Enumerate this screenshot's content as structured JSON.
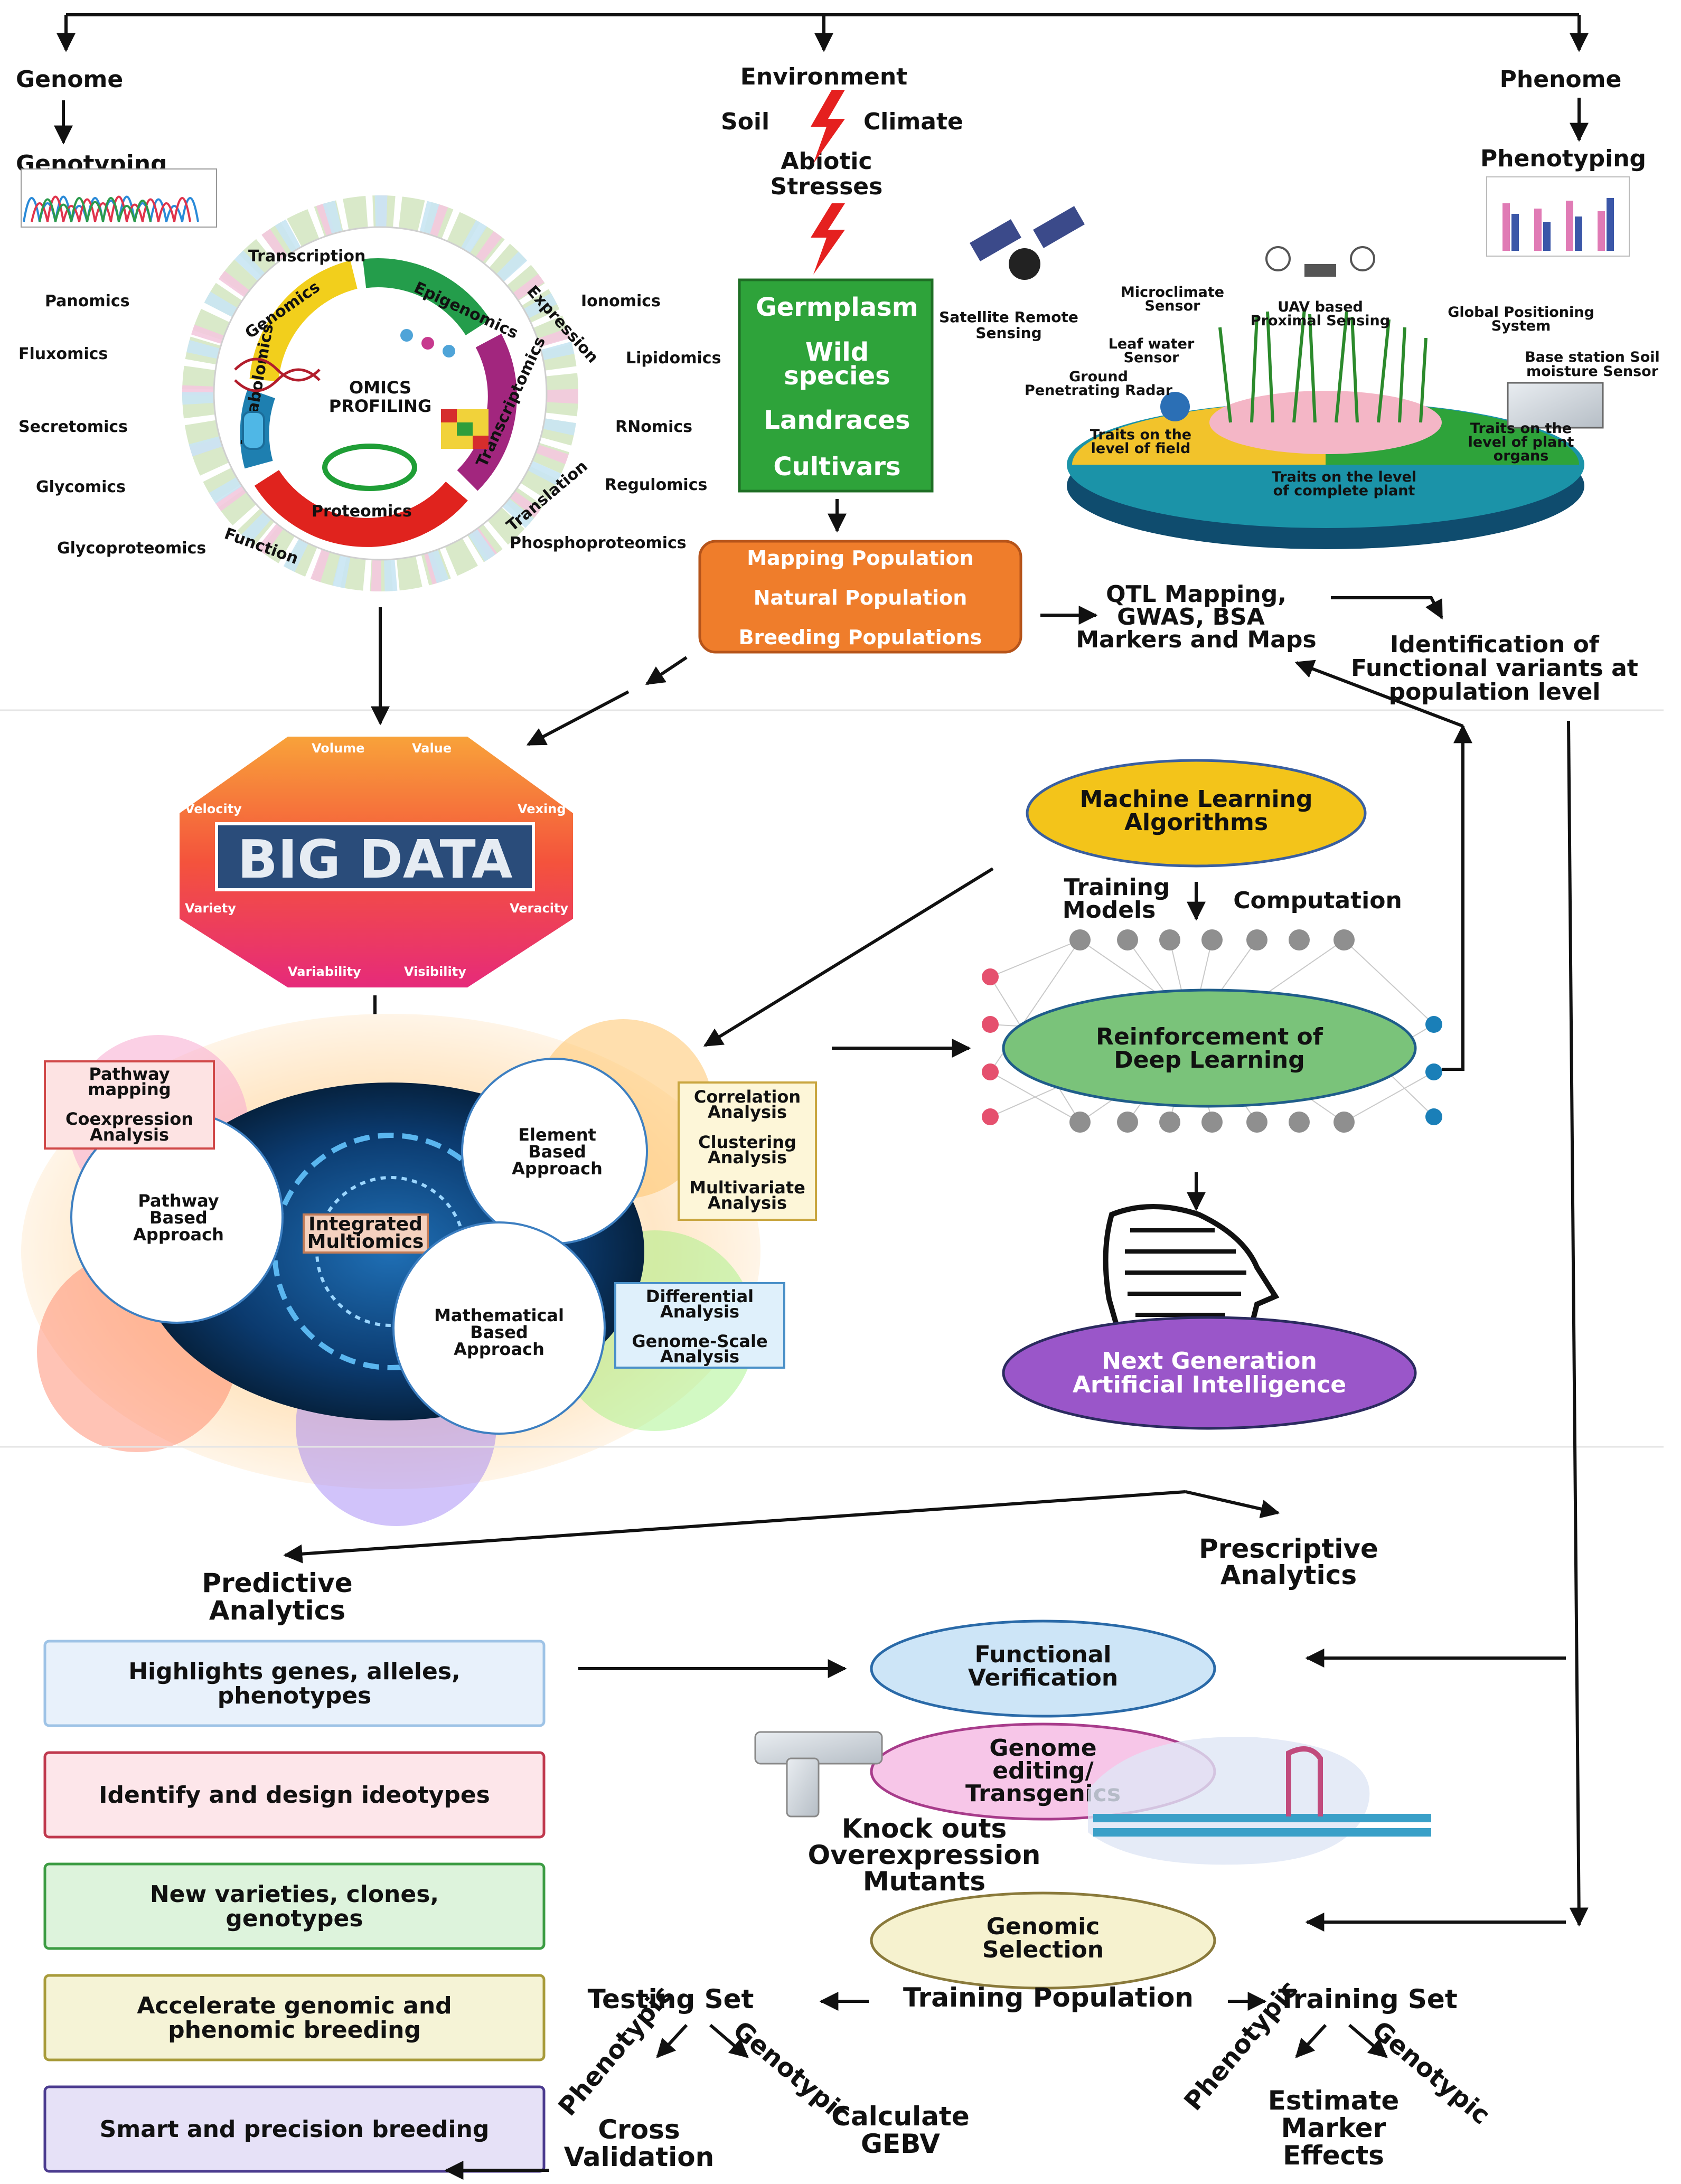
{
  "top": {
    "genome": "Genome",
    "genotyping": "Genotyping",
    "environment": "Environment",
    "soil": "Soil",
    "climate": "Climate",
    "abiotic_stresses": [
      "Abiotic",
      "Stresses"
    ],
    "phenome": "Phenome",
    "phenotyping": "Phenotyping"
  },
  "omics": {
    "center": [
      "OMICS",
      "PROFILING"
    ],
    "inner": [
      "Genomics",
      "Epigenomics",
      "Transcriptomics",
      "Proteomics",
      "Metabolomics"
    ],
    "process": [
      "Transcription",
      "Expression",
      "Translation",
      "Function"
    ],
    "outer_left": [
      "Panomics",
      "Fluxomics",
      "Secretomics",
      "Glycomics",
      "Glycoproteomics"
    ],
    "outer_right": [
      "Ionomics",
      "Lipidomics",
      "RNomics",
      "Regulomics",
      "Phosphoproteomics"
    ]
  },
  "germplasm": {
    "items": [
      "Germplasm",
      "Wild",
      "species",
      "Landraces",
      "Cultivars"
    ],
    "color": "#2ea33a"
  },
  "phenotyping_platform": {
    "satellite": [
      "Satellite Remote",
      "Sensing"
    ],
    "microclimate": [
      "Microclimate",
      "Sensor"
    ],
    "uav": [
      "UAV based",
      "Proximal Sensing"
    ],
    "gps": [
      "Global Positioning",
      "System"
    ],
    "leaf_water": [
      "Leaf water",
      "Sensor"
    ],
    "ground_radar": [
      "Ground",
      "Penetrating Radar"
    ],
    "soil_sensor": [
      "Base station Soil",
      "moisture Sensor"
    ],
    "field_traits": [
      "Traits on the",
      "level of field"
    ],
    "organ_traits": [
      "Traits on the",
      "level of plant",
      "organs"
    ],
    "plant_traits": [
      "Traits on the level",
      "of complete plant"
    ]
  },
  "population": {
    "items": [
      "Mapping Population",
      "Natural Population",
      "Breeding Populations"
    ],
    "color": "#ef7d2b"
  },
  "qtl": [
    "QTL Mapping,",
    "GWAS, BSA",
    "Markers and Maps"
  ],
  "identification": [
    "Identification of",
    "Functional variants at",
    "population level"
  ],
  "big_data": {
    "title": "BIG DATA",
    "vs": [
      "Volume",
      "Value",
      "Velocity",
      "Vexing",
      "Variety",
      "Veracity",
      "Variability",
      "Visibility"
    ]
  },
  "ml": {
    "title": [
      "Machine Learning",
      "Algorithms"
    ],
    "training": [
      "Training",
      "Models"
    ],
    "computation": "Computation",
    "reinforcement": [
      "Reinforcement of",
      "Deep Learning"
    ],
    "next_gen": [
      "Next Generation",
      "Artificial Intelligence"
    ]
  },
  "multiomics": {
    "center": [
      "Integrated",
      "Multiomics"
    ],
    "element": [
      "Element",
      "Based",
      "Approach"
    ],
    "pathway": [
      "Pathway",
      "Based",
      "Approach"
    ],
    "math": [
      "Mathematical",
      "Based",
      "Approach"
    ],
    "box_pathway": [
      "Pathway",
      "mapping",
      "Coexpression",
      "Analysis"
    ],
    "box_corr": [
      "Correlation",
      "Analysis",
      "Clustering",
      "Analysis",
      "Multivariate",
      "Analysis"
    ],
    "box_diff": [
      "Differential",
      "Analysis",
      "Genome-Scale",
      "Analysis"
    ]
  },
  "analytics": {
    "predictive": [
      "Predictive",
      "Analytics"
    ],
    "prescriptive": [
      "Prescriptive",
      "Analytics"
    ],
    "boxes": [
      {
        "lines": [
          "Highlights genes, alleles,",
          "phenotypes"
        ],
        "fill": "#e8f1fb",
        "stroke": "#9ec3e6"
      },
      {
        "lines": [
          "Identify and design ideotypes"
        ],
        "fill": "#fde6ea",
        "stroke": "#c0394e"
      },
      {
        "lines": [
          "New varieties, clones,",
          "genotypes"
        ],
        "fill": "#ddf3dc",
        "stroke": "#3c9c43"
      },
      {
        "lines": [
          "Accelerate genomic and",
          "phenomic breeding"
        ],
        "fill": "#f5f3d6",
        "stroke": "#a89b3a"
      },
      {
        "lines": [
          "Smart and precision breeding"
        ],
        "fill": "#e6e1f7",
        "stroke": "#4b3b8f"
      }
    ],
    "functional": [
      "Functional",
      "Verification"
    ],
    "genome_editing": [
      "Genome",
      "editing/",
      "Transgenics"
    ],
    "knock": [
      "Knock outs",
      "Overexpression",
      "Mutants"
    ],
    "genomic_selection": [
      "Genomic",
      "Selection"
    ],
    "testing_set": "Testing Set",
    "training_population": "Training Population",
    "training_set": "Training Set",
    "phenotypic": "Phenotypic",
    "genotypic": "Genotypic",
    "cross_validation": [
      "Cross",
      "Validation"
    ],
    "gebv": [
      "Calculate",
      "GEBV"
    ],
    "marker_effects": [
      "Estimate",
      "Marker",
      "Effects"
    ]
  }
}
